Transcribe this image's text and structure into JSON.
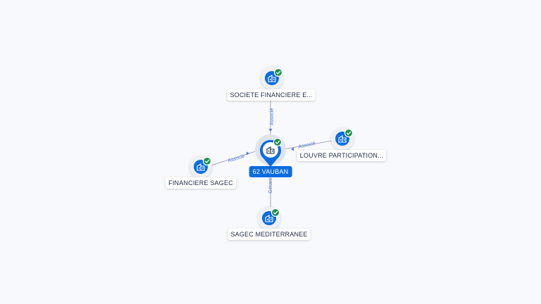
{
  "graph": {
    "center": {
      "label": "62 VAUBAN",
      "icon": "building-icon",
      "verified": true
    },
    "nodes": [
      {
        "id": "top",
        "label": "SOCIETE FINANCIERE E...",
        "icon": "building-icon",
        "verified": true,
        "relation": "Associé"
      },
      {
        "id": "right",
        "label": "LOUVRE PARTICIPATION...",
        "icon": "building-icon",
        "verified": true,
        "relation": "Associé"
      },
      {
        "id": "left",
        "label": "FINANCIERE SAGEC",
        "icon": "building-icon",
        "verified": true,
        "relation": "Associé"
      },
      {
        "id": "bottom",
        "label": "SAGEC MEDITERRANEE",
        "icon": "building-icon",
        "verified": true,
        "relation": "Gérant"
      }
    ]
  },
  "colors": {
    "node_blue": "#0b6ce0",
    "check_green": "#1f8f4e",
    "edge": "#8a93a3",
    "edge_label": "#4f75d8"
  }
}
